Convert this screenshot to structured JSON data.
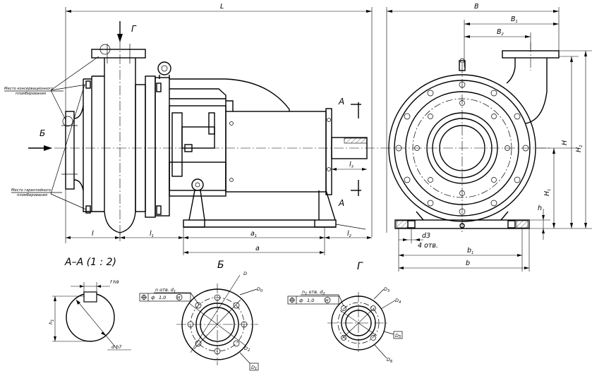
{
  "labels": {
    "L": "L",
    "B_total": "B",
    "B1": "B",
    "B1_sub": "1",
    "B2": "B",
    "B2_sub": "2",
    "G_top": "Г",
    "B_side": "Б",
    "A_top": "A",
    "A_bottom": "A",
    "l3": "l",
    "l3_sub": "3",
    "l_left": "l",
    "l1": "l",
    "l1_sub": "1",
    "a1": "a",
    "a1_sub": "1",
    "a": "a",
    "l2": "l",
    "l2_sub": "2",
    "H": "H",
    "H1_main": "H",
    "H1_sub": "1",
    "H2": "H",
    "H2_sub": "2",
    "h": "h",
    "d3": "d3",
    "holes4": "4 отв.",
    "b1": "b",
    "b1_sub": "1",
    "b": "b",
    "conservation_seal_1": "Место консервационного",
    "conservation_seal_2": "пломбирования",
    "warranty_seal_1": "Место гарантийного",
    "warranty_seal_2": "пломбирования",
    "section_aa": "A–A (1 : 2)",
    "view_b": "Б",
    "view_g": "Г",
    "f_h9": "f h9",
    "h1": "h",
    "h1_sub": "1",
    "d_h7": "d h7",
    "n_holes_d1": "n отв. d",
    "n_holes_d1_sub": "1",
    "tol1_phi": "ф",
    "tol1_val": "1,0",
    "tol1_mod": "M",
    "n1_holes_d2": "n",
    "n1_holes_d2_sub": "1",
    "n1_holes_d2_rest": " отв. d",
    "n1_holes_d2_sub2": "2",
    "tol2_phi": "ф",
    "tol2_val": "1,0",
    "tol2_mod": "M",
    "D": "D",
    "D0": "D",
    "D0_sub": "0",
    "D1_box": "D",
    "D1_box_sub": "1",
    "D2": "D",
    "D2_sub": "2",
    "D3": "D",
    "D3_sub": "3",
    "D4": "D",
    "D4_sub": "4",
    "D5_box": "D",
    "D5_box_sub": "5",
    "D6": "D",
    "D6_sub": "6"
  }
}
